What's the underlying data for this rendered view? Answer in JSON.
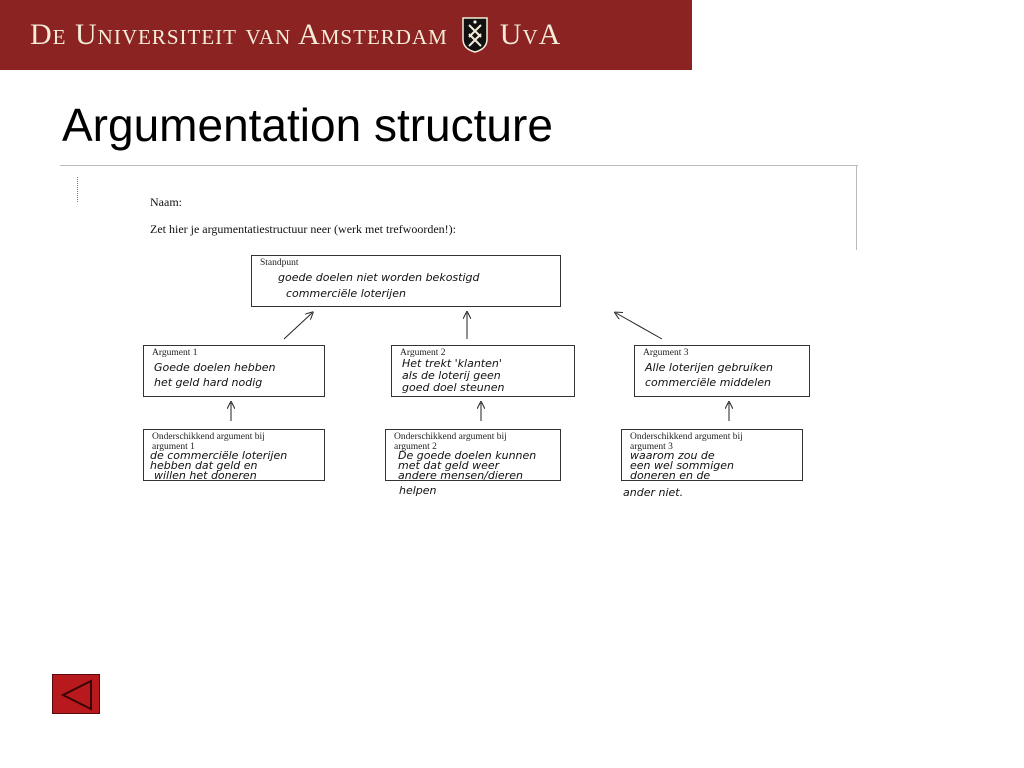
{
  "header": {
    "university_name": "De Universiteit van Amsterdam",
    "short_name": "UvA"
  },
  "slide": {
    "title": "Argumentation structure"
  },
  "worksheet": {
    "name_label": "Naam:",
    "instruction": "Zet hier je argumentatiestructuur neer (werk met trefwoorden!):",
    "standpunt": {
      "label": "Standpunt",
      "lines": [
        "goede doelen niet worden bekostigd",
        "commerciële loterijen"
      ]
    },
    "arguments": [
      {
        "label": "Argument 1",
        "lines": [
          "Goede doelen hebben",
          "het geld hard nodig"
        ]
      },
      {
        "label": "Argument 2",
        "lines": [
          "Het trekt 'klanten'",
          "als de loterij geen",
          "goed doel steunen"
        ]
      },
      {
        "label": "Argument 3",
        "lines": [
          "Alle loterijen gebruiken",
          "commerciële middelen"
        ]
      }
    ],
    "sub_arguments": [
      {
        "label_line1": "Onderschikkend argument bij",
        "label_line2": "argument 1",
        "lines": [
          "de commerciële loterijen",
          "hebben dat geld en",
          "willen het doneren"
        ]
      },
      {
        "label_line1": "Onderschikkend argument bij",
        "label_line2": "argument 2",
        "lines": [
          "De goede doelen kunnen",
          "met dat geld weer",
          "andere mensen/dieren",
          "helpen"
        ]
      },
      {
        "label_line1": "Onderschikkend argument bij",
        "label_line2": "argument 3",
        "lines": [
          "waarom zou de",
          "een wel sommigen",
          "doneren en de",
          "ander niet."
        ]
      }
    ]
  },
  "navigation": {
    "back_icon": "triangle-left-icon"
  },
  "colors": {
    "banner_bg": "#8c2323",
    "banner_text": "#f4ecd8",
    "nav_button": "#b8191d"
  }
}
